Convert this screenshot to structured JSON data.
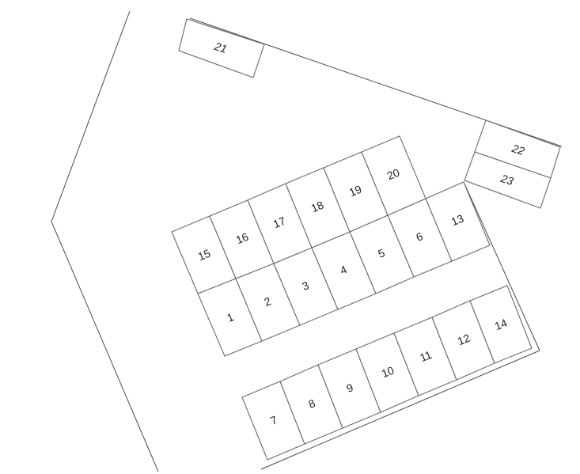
{
  "plots": [
    {
      "id": "plot-1",
      "number": "1"
    },
    {
      "id": "plot-2",
      "number": "2"
    },
    {
      "id": "plot-3",
      "number": "3"
    },
    {
      "id": "plot-4",
      "number": "4"
    },
    {
      "id": "plot-5",
      "number": "5"
    },
    {
      "id": "plot-6",
      "number": "6"
    },
    {
      "id": "plot-7",
      "number": "7"
    },
    {
      "id": "plot-8",
      "number": "8"
    },
    {
      "id": "plot-9",
      "number": "9"
    },
    {
      "id": "plot-10",
      "number": "10"
    },
    {
      "id": "plot-11",
      "number": "11"
    },
    {
      "id": "plot-12",
      "number": "12"
    },
    {
      "id": "plot-13",
      "number": "13"
    },
    {
      "id": "plot-14",
      "number": "14"
    },
    {
      "id": "plot-15",
      "number": "15"
    },
    {
      "id": "plot-16",
      "number": "16"
    },
    {
      "id": "plot-17",
      "number": "17"
    },
    {
      "id": "plot-18",
      "number": "18"
    },
    {
      "id": "plot-19",
      "number": "19"
    },
    {
      "id": "plot-20",
      "number": "20"
    },
    {
      "id": "plot-21",
      "number": "21"
    },
    {
      "id": "plot-22",
      "number": "22"
    },
    {
      "id": "plot-23",
      "number": "23"
    }
  ]
}
